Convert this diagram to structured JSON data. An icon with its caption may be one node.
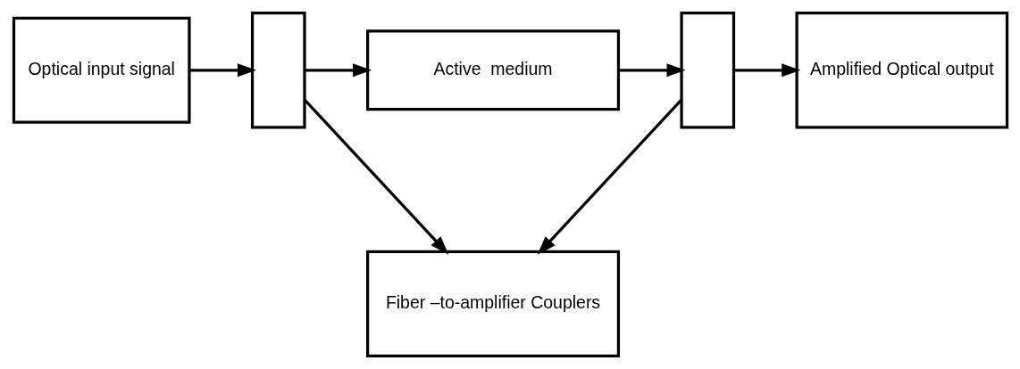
{
  "diagram": {
    "nodes": [
      {
        "text": [
          "Optical input signal"
        ]
      },
      {
        "text": [],
        "shape": "box"
      },
      {
        "text": [
          "Active  medium"
        ]
      },
      {
        "text": [],
        "shape": "box"
      },
      {
        "text": [
          "Amplified Optical output"
        ]
      },
      {
        "text": [
          "Fiber –to-amplifier Couplers"
        ]
      }
    ],
    "edges": [
      {
        "from": 0,
        "to": 1,
        "arrow": "to"
      },
      {
        "from": 1,
        "to": 2,
        "arrow": "to"
      },
      {
        "from": 2,
        "to": 3,
        "arrow": "to"
      },
      {
        "from": 3,
        "to": 4,
        "arrow": "to"
      },
      {
        "from": 1,
        "to": 5,
        "arrow": "to"
      },
      {
        "from": 3,
        "to": 5,
        "arrow": "to"
      }
    ]
  }
}
